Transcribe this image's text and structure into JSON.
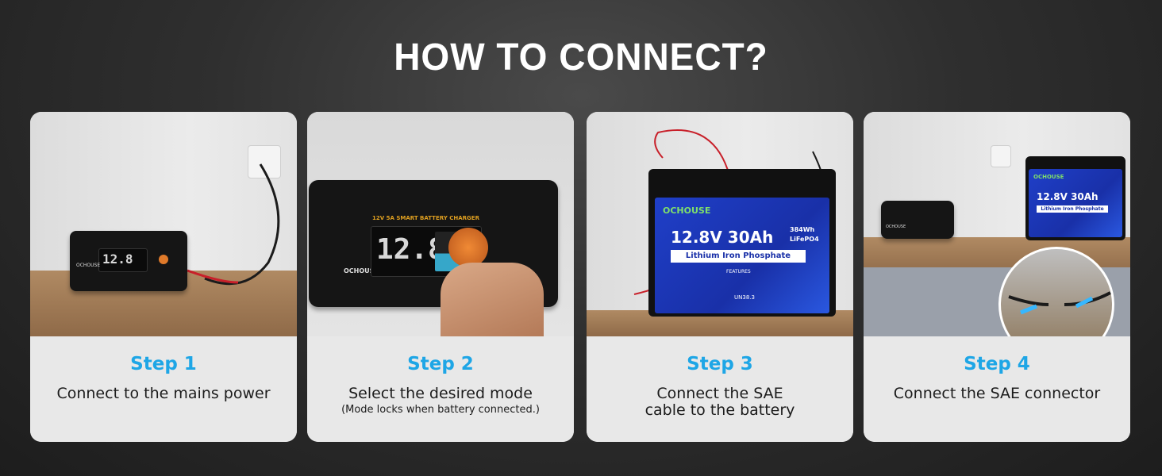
{
  "title": "HOW TO CONNECT?",
  "steps": [
    {
      "step": "Step 1",
      "desc": "Connect to the mains power",
      "note": ""
    },
    {
      "step": "Step 2",
      "desc": "Select the desired mode",
      "note": "(Mode locks when battery connected.)"
    },
    {
      "step": "Step 3",
      "desc": "Connect the SAE",
      "desc2": "cable to the battery"
    },
    {
      "step": "Step 4",
      "desc": "Connect the SAE connector"
    }
  ],
  "charger": {
    "brand": "OCHOUSE",
    "model": "12V 5A SMART BATTERY CHARGER",
    "display": "12.8"
  },
  "battery": {
    "brand": "OCHOUSE",
    "spec": "12.8V 30Ah",
    "wh": "384Wh",
    "chem": "LiFePO4",
    "type": "Lithium Iron Phosphate",
    "features": "FEATURES",
    "cert": "UN38.3"
  },
  "colors": {
    "accent": "#1ea6e6",
    "caption_bg": "#e8e8e8",
    "label_blue": "#1f3fc8"
  }
}
